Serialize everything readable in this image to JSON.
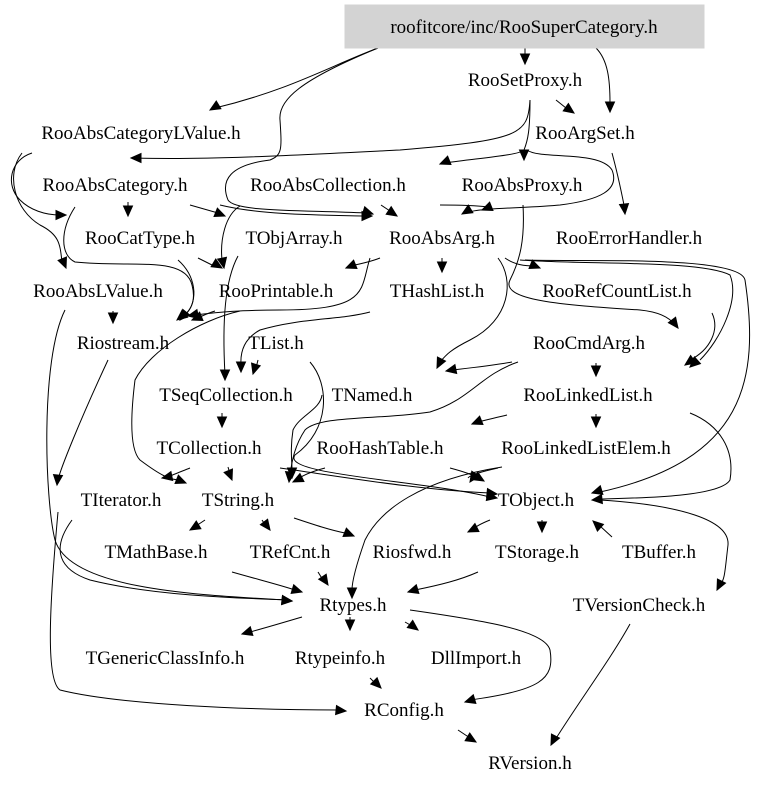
{
  "diagram": {
    "title": "Include dependency graph for RooSuperCategory.h",
    "root": "root",
    "nodes": [
      {
        "id": "root",
        "label": "roofitcore/inc/RooSuperCategory.h",
        "highlighted": true,
        "fill": "#d3d3d3"
      },
      {
        "id": "RooSetProxy",
        "label": "RooSetProxy.h"
      },
      {
        "id": "RooAbsCategoryLValue",
        "label": "RooAbsCategoryLValue.h"
      },
      {
        "id": "RooArgSet",
        "label": "RooArgSet.h"
      },
      {
        "id": "RooAbsCategory",
        "label": "RooAbsCategory.h"
      },
      {
        "id": "RooAbsCollection",
        "label": "RooAbsCollection.h"
      },
      {
        "id": "RooAbsProxy",
        "label": "RooAbsProxy.h"
      },
      {
        "id": "RooCatType",
        "label": "RooCatType.h"
      },
      {
        "id": "TObjArray",
        "label": "TObjArray.h"
      },
      {
        "id": "RooAbsArg",
        "label": "RooAbsArg.h"
      },
      {
        "id": "RooErrorHandler",
        "label": "RooErrorHandler.h"
      },
      {
        "id": "RooAbsLValue",
        "label": "RooAbsLValue.h"
      },
      {
        "id": "RooPrintable",
        "label": "RooPrintable.h"
      },
      {
        "id": "THashList",
        "label": "THashList.h"
      },
      {
        "id": "RooRefCountList",
        "label": "RooRefCountList.h"
      },
      {
        "id": "Riostream",
        "label": "Riostream.h"
      },
      {
        "id": "TList",
        "label": "TList.h"
      },
      {
        "id": "RooCmdArg",
        "label": "RooCmdArg.h"
      },
      {
        "id": "TSeqCollection",
        "label": "TSeqCollection.h"
      },
      {
        "id": "TNamed",
        "label": "TNamed.h"
      },
      {
        "id": "RooLinkedList",
        "label": "RooLinkedList.h"
      },
      {
        "id": "TCollection",
        "label": "TCollection.h"
      },
      {
        "id": "RooHashTable",
        "label": "RooHashTable.h"
      },
      {
        "id": "RooLinkedListElem",
        "label": "RooLinkedListElem.h"
      },
      {
        "id": "TIterator",
        "label": "TIterator.h"
      },
      {
        "id": "TString",
        "label": "TString.h"
      },
      {
        "id": "TObject",
        "label": "TObject.h"
      },
      {
        "id": "TMathBase",
        "label": "TMathBase.h"
      },
      {
        "id": "TRefCnt",
        "label": "TRefCnt.h"
      },
      {
        "id": "Riosfwd",
        "label": "Riosfwd.h"
      },
      {
        "id": "TStorage",
        "label": "TStorage.h"
      },
      {
        "id": "TBuffer",
        "label": "TBuffer.h"
      },
      {
        "id": "Rtypes",
        "label": "Rtypes.h"
      },
      {
        "id": "TVersionCheck",
        "label": "TVersionCheck.h"
      },
      {
        "id": "TGenericClassInfo",
        "label": "TGenericClassInfo.h"
      },
      {
        "id": "Rtypeinfo",
        "label": "Rtypeinfo.h"
      },
      {
        "id": "DllImport",
        "label": "DllImport.h"
      },
      {
        "id": "RConfig",
        "label": "RConfig.h"
      },
      {
        "id": "RVersion",
        "label": "RVersion.h"
      }
    ],
    "edges": [
      {
        "from": "root",
        "to": "RooSetProxy"
      },
      {
        "from": "root",
        "to": "RooAbsCategoryLValue"
      },
      {
        "from": "root",
        "to": "RooArgSet"
      },
      {
        "from": "root",
        "to": "RooAbsArg"
      },
      {
        "from": "RooSetProxy",
        "to": "RooArgSet"
      },
      {
        "from": "RooSetProxy",
        "to": "RooAbsProxy"
      },
      {
        "from": "RooSetProxy",
        "to": "RooAbsCategory"
      },
      {
        "from": "RooArgSet",
        "to": "RooAbsCollection"
      },
      {
        "from": "RooArgSet",
        "to": "RooErrorHandler"
      },
      {
        "from": "RooArgSet",
        "to": "RooAbsArg"
      },
      {
        "from": "RooAbsCategoryLValue",
        "to": "RooAbsCategory"
      },
      {
        "from": "RooAbsCategoryLValue",
        "to": "RooAbsLValue"
      },
      {
        "from": "RooAbsCategory",
        "to": "RooCatType"
      },
      {
        "from": "RooAbsCategory",
        "to": "TObjArray"
      },
      {
        "from": "RooAbsCategory",
        "to": "RooAbsArg"
      },
      {
        "from": "RooAbsCategory",
        "to": "Riostream"
      },
      {
        "from": "RooAbsCollection",
        "to": "RooAbsArg"
      },
      {
        "from": "RooAbsCollection",
        "to": "RooPrintable"
      },
      {
        "from": "RooAbsProxy",
        "to": "RooAbsArg"
      },
      {
        "from": "RooAbsProxy",
        "to": "RooCmdArg"
      },
      {
        "from": "RooCatType",
        "to": "RooPrintable"
      },
      {
        "from": "RooCatType",
        "to": "Riostream"
      },
      {
        "from": "TObjArray",
        "to": "TSeqCollection"
      },
      {
        "from": "RooAbsArg",
        "to": "THashList"
      },
      {
        "from": "RooAbsArg",
        "to": "RooRefCountList"
      },
      {
        "from": "RooAbsArg",
        "to": "RooPrintable"
      },
      {
        "from": "RooAbsArg",
        "to": "TNamed"
      },
      {
        "from": "RooAbsArg",
        "to": "Riostream"
      },
      {
        "from": "RooAbsArg",
        "to": "RooLinkedList"
      },
      {
        "from": "RooAbsArg",
        "to": "TObject"
      },
      {
        "from": "RooAbsLValue",
        "to": "Riostream"
      },
      {
        "from": "RooAbsLValue",
        "to": "Rtypes"
      },
      {
        "from": "RooPrintable",
        "to": "Riostream"
      },
      {
        "from": "RooPrintable",
        "to": "TString"
      },
      {
        "from": "THashList",
        "to": "TList"
      },
      {
        "from": "RooRefCountList",
        "to": "RooLinkedList"
      },
      {
        "from": "Riostream",
        "to": "TIterator"
      },
      {
        "from": "TList",
        "to": "TSeqCollection"
      },
      {
        "from": "TList",
        "to": "TObject"
      },
      {
        "from": "RooCmdArg",
        "to": "TNamed"
      },
      {
        "from": "RooCmdArg",
        "to": "RooLinkedList"
      },
      {
        "from": "RooCmdArg",
        "to": "TString"
      },
      {
        "from": "TSeqCollection",
        "to": "TCollection"
      },
      {
        "from": "TNamed",
        "to": "TString"
      },
      {
        "from": "RooLinkedList",
        "to": "RooLinkedListElem"
      },
      {
        "from": "RooLinkedList",
        "to": "RooHashTable"
      },
      {
        "from": "RooLinkedList",
        "to": "TObject"
      },
      {
        "from": "TCollection",
        "to": "TString"
      },
      {
        "from": "TCollection",
        "to": "TIterator"
      },
      {
        "from": "TCollection",
        "to": "TObject"
      },
      {
        "from": "RooHashTable",
        "to": "TString"
      },
      {
        "from": "RooHashTable",
        "to": "TObject"
      },
      {
        "from": "RooLinkedListElem",
        "to": "TObject"
      },
      {
        "from": "RooLinkedListElem",
        "to": "Rtypes"
      },
      {
        "from": "TIterator",
        "to": "Rtypes"
      },
      {
        "from": "TString",
        "to": "TMathBase"
      },
      {
        "from": "TString",
        "to": "TRefCnt"
      },
      {
        "from": "TString",
        "to": "Riosfwd"
      },
      {
        "from": "TObject",
        "to": "Riosfwd"
      },
      {
        "from": "TObject",
        "to": "TStorage"
      },
      {
        "from": "TObject",
        "to": "TVersionCheck"
      },
      {
        "from": "TBuffer",
        "to": "TObject"
      },
      {
        "from": "TStorage",
        "to": "Rtypes"
      },
      {
        "from": "TMathBase",
        "to": "Rtypes"
      },
      {
        "from": "TRefCnt",
        "to": "Rtypes"
      },
      {
        "from": "TVersionCheck",
        "to": "RVersion"
      },
      {
        "from": "Rtypes",
        "to": "TGenericClassInfo"
      },
      {
        "from": "Rtypes",
        "to": "Rtypeinfo"
      },
      {
        "from": "Rtypes",
        "to": "DllImport"
      },
      {
        "from": "Rtypes",
        "to": "RConfig"
      },
      {
        "from": "Rtypeinfo",
        "to": "RConfig"
      },
      {
        "from": "RConfig",
        "to": "RVersion"
      },
      {
        "from": "TIterator",
        "to": "RConfig"
      }
    ]
  }
}
